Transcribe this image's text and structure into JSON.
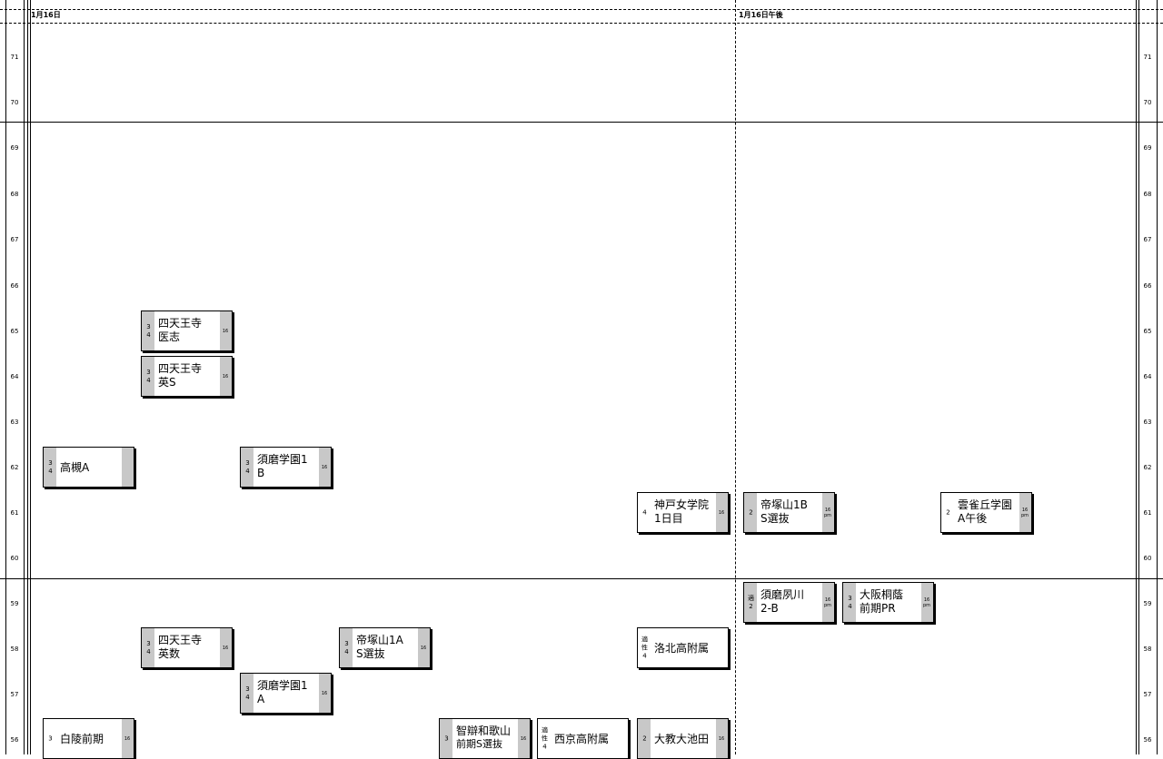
{
  "columns": {
    "morning": "1月16日",
    "afternoon": "1月16日午後"
  },
  "scale": [
    "71",
    "70",
    "69",
    "68",
    "67",
    "66",
    "65",
    "64",
    "63",
    "62",
    "61",
    "60",
    "59",
    "58",
    "57",
    "56"
  ],
  "cards": [
    {
      "id": "shitennoji-ishi",
      "grades": "3\n4",
      "name": "四天王寺",
      "sub": "医志",
      "tag": "16",
      "tag2": ""
    },
    {
      "id": "shitennoji-eis",
      "grades": "3\n4",
      "name": "四天王寺",
      "sub": "英S",
      "tag": "16",
      "tag2": ""
    },
    {
      "id": "takatsuki-a",
      "grades": "3\n4",
      "name": "高槻A",
      "sub": "",
      "tag": "",
      "tag2": ""
    },
    {
      "id": "suma-1b",
      "grades": "3\n4",
      "name": "須磨学園1",
      "sub": "B",
      "tag": "16",
      "tag2": ""
    },
    {
      "id": "kobe-jogakuin",
      "grades": "4",
      "name": "神戸女学院",
      "sub": "1日目",
      "tag": "16",
      "tag2": ""
    },
    {
      "id": "tezukayama-1b",
      "grades": "2",
      "name": "帝塚山1B",
      "sub": "S選抜",
      "tag": "16",
      "tag2": "pm"
    },
    {
      "id": "hibarigaoka",
      "grades": "2",
      "name": "雲雀丘学園",
      "sub": "A午後",
      "tag": "16",
      "tag2": "pm"
    },
    {
      "id": "suma-shukugawa",
      "grades": "適\n2",
      "name": "須磨夙川",
      "sub": "2-B",
      "tag": "16",
      "tag2": "pm"
    },
    {
      "id": "osaka-toin",
      "grades": "3\n4",
      "name": "大阪桐蔭",
      "sub": "前期PR",
      "tag": "16",
      "tag2": "pm"
    },
    {
      "id": "shitennoji-eisu",
      "grades": "3\n4",
      "name": "四天王寺",
      "sub": "英数",
      "tag": "16",
      "tag2": ""
    },
    {
      "id": "tezukayama-1a",
      "grades": "3\n4",
      "name": "帝塚山1A",
      "sub": "S選抜",
      "tag": "16",
      "tag2": ""
    },
    {
      "id": "rakuhoku",
      "grades": "適\n性\n4",
      "name": "洛北高附属",
      "sub": "",
      "tag": "",
      "tag2": ""
    },
    {
      "id": "suma-1a",
      "grades": "3\n4",
      "name": "須磨学園1",
      "sub": "A",
      "tag": "16",
      "tag2": ""
    },
    {
      "id": "hakuryo",
      "grades": "3",
      "name": "白陵前期",
      "sub": "",
      "tag": "16",
      "tag2": ""
    },
    {
      "id": "chiben-wakayama",
      "grades": "3",
      "name": "智辯和歌山",
      "sub": "前期S選抜",
      "tag": "16",
      "tag2": ""
    },
    {
      "id": "saikyo",
      "grades": "適\n性\n4",
      "name": "西京高附属",
      "sub": "",
      "tag": "",
      "tag2": ""
    },
    {
      "id": "kyodai-ikeda",
      "grades": "2",
      "name": "大教大池田",
      "sub": "",
      "tag": "16",
      "tag2": ""
    }
  ]
}
